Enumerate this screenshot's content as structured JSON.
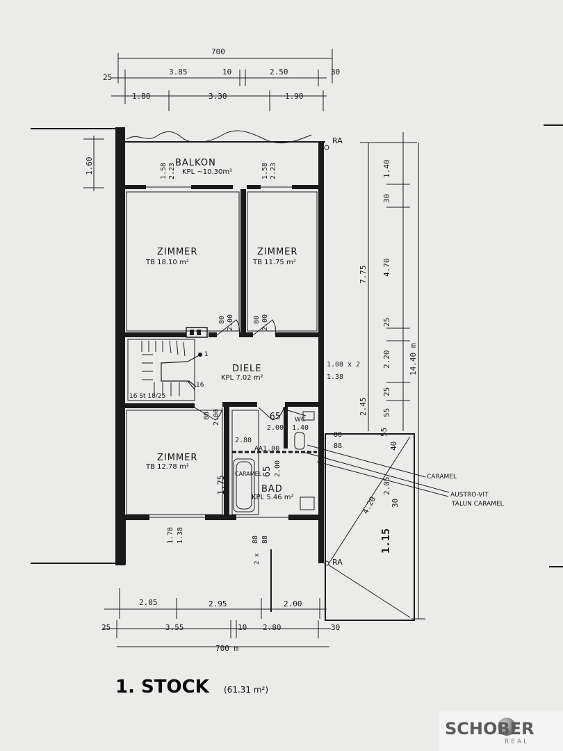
{
  "plan": {
    "title": "1. STOCK",
    "subtitle": "(61.31 m²)",
    "rooms": {
      "balkon": {
        "name": "BALKON",
        "area": "KPL ~10.30m²"
      },
      "zimmer1": {
        "name": "ZIMMER",
        "area": "TB 18.10 m²"
      },
      "zimmer2": {
        "name": "ZIMMER",
        "area": "TB 11.75 m²"
      },
      "diele": {
        "name": "DIELE",
        "area": "KPL 7.02 m²"
      },
      "zimmer3": {
        "name": "ZIMMER",
        "area": "TB 12.78 m²"
      },
      "bad": {
        "name": "BAD",
        "area": "KPL 5.46 m²"
      },
      "wc": {
        "name": "WC"
      }
    },
    "top_dims": {
      "overall": "700",
      "row2": [
        "25",
        "3.85",
        "10",
        "2.50",
        "30"
      ],
      "row3": [
        "1.80",
        "3.30",
        "1.90"
      ]
    },
    "bottom_dims": {
      "row1": [
        "2.05",
        "2.95",
        "2.00"
      ],
      "row2": [
        "25",
        "3.55",
        "10",
        "2.80",
        "30"
      ],
      "overall": "700 m"
    },
    "right_dims": {
      "inner": [
        "1.40",
        "30",
        "4.70",
        "25",
        "2.20",
        "25",
        "55"
      ],
      "mid": [
        "7.75",
        "2.45"
      ],
      "overall": "14.40 m"
    },
    "left_dims": [
      "1.60"
    ],
    "inner_labels": {
      "balkon_l1": "1.58",
      "balkon_l2": "2.23",
      "balkon_r1": "1.58",
      "balkon_r2": "2.23",
      "door_a1": "80",
      "door_a2": "2.00",
      "door_b1": "80",
      "door_b2": "2.00",
      "stair_text": "16 St 18/25",
      "stair_start": "1",
      "stair_end": "16",
      "diele_dim1": "1.08 x 2",
      "diele_dim2": "1.38",
      "door_c1": "80",
      "door_c2": "2.00",
      "wc_65": "65",
      "wc_200": "2.00",
      "wc_140": "1.40",
      "bad_280": "2.80",
      "bad_a": "AA1.00",
      "bad_65": "65",
      "bad_200": "2.00",
      "bad_175": "1.75",
      "caramel_in": "CARAMEL",
      "bot_178": "1.78",
      "bot_138": "1.38",
      "bot_88a": "88",
      "bot_88b": "88",
      "bot_2x": "2 x",
      "wc_88a": "88",
      "wc_88b": "88",
      "ra_top": "RA",
      "ra_bottom": "RA",
      "shaft_420": "4.20",
      "shaft_205": "2.05",
      "shaft_30": "30",
      "shaft_115": "1.15",
      "shaft_55": "55",
      "shaft_40": "40"
    },
    "legend": {
      "caramel": "CARAMEL",
      "austro1": "AUSTRO-VIT",
      "austro2": "TALUN CARAMEL"
    }
  },
  "logo": {
    "word": "SCHOBER",
    "sub": "REAL"
  }
}
